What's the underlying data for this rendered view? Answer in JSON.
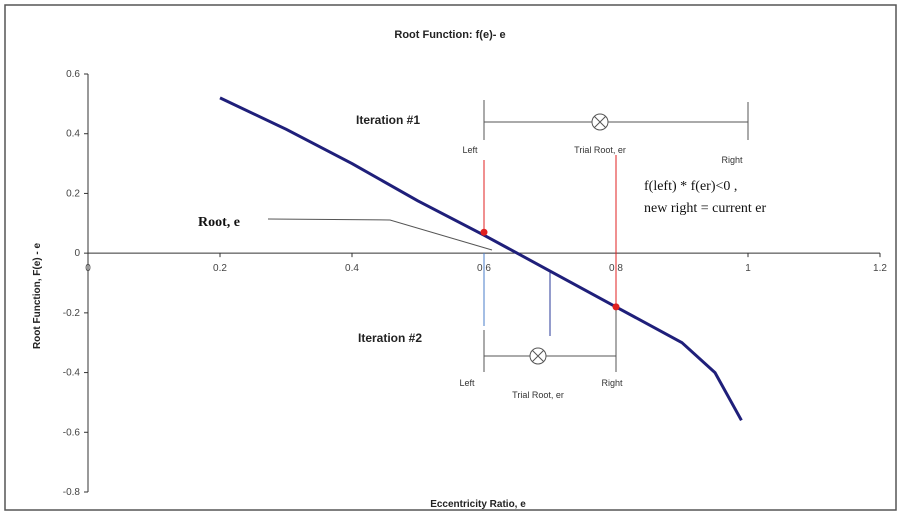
{
  "chart_data": {
    "type": "line",
    "title": "Root Function: f(e)- e",
    "xlabel": "Eccentricity Ratio, e",
    "ylabel": "Root Function, F(e) - e",
    "xlim": [
      0,
      1.2
    ],
    "ylim": [
      -0.8,
      0.6
    ],
    "xticks": [
      0,
      0.2,
      0.4,
      0.6,
      0.8,
      1,
      1.2
    ],
    "xtick_labels": [
      "0",
      "0.2",
      "0.4",
      "0.6",
      "0.8",
      "1",
      "1.2"
    ],
    "yticks": [
      -0.8,
      -0.6,
      -0.4,
      -0.2,
      0,
      0.2,
      0.4,
      0.6
    ],
    "ytick_labels": [
      "-0.8",
      "-0.6",
      "-0.4",
      "-0.2",
      "0",
      "0.2",
      "0.4",
      "0.6"
    ],
    "grid": false,
    "series": [
      {
        "color": "#1f1f7a",
        "x": [
          0.2,
          0.3,
          0.4,
          0.5,
          0.6,
          0.65,
          0.7,
          0.8,
          0.9,
          0.95,
          0.99
        ],
        "y": [
          0.52,
          0.415,
          0.3,
          0.175,
          0.06,
          0.0,
          -0.06,
          -0.18,
          -0.3,
          -0.4,
          -0.56
        ]
      }
    ],
    "markers": [
      {
        "x": 0.6,
        "y": 0.07,
        "color": "#e02020"
      },
      {
        "x": 0.8,
        "y": -0.18,
        "color": "#e02020"
      }
    ],
    "annotations": {
      "root_label": "Root, e",
      "iter1": {
        "label": "Iteration #1",
        "left": "Left",
        "trial": "Trial Root, er",
        "right": "Right",
        "condition_line1": "f(left) * f(er)<0 ,",
        "condition_line2": "new right = current er",
        "left_x": 0.6,
        "trial_x": 0.8,
        "right_x": 1.0
      },
      "iter2": {
        "label": "Iteration #2",
        "left": "Left",
        "trial": "Trial Root, er",
        "right": "Right",
        "left_x": 0.6,
        "trial_x": 0.7,
        "right_x": 0.8
      }
    }
  }
}
